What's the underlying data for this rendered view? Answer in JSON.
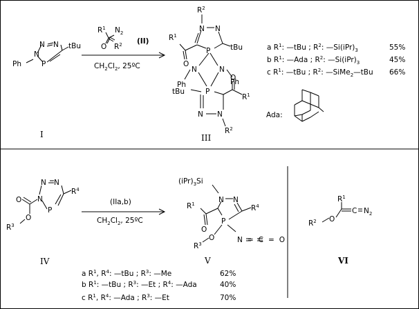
{
  "compound_I": {
    "ring_atoms": [
      "N",
      "N",
      "P"
    ],
    "n1_substituent": "Ph",
    "c5_substituent": "tBu",
    "label": "I"
  },
  "reagent_II": {
    "r1": "R",
    "r1_sup": "1",
    "n2": "N",
    "n2_sub": "2",
    "r2": "R",
    "r2_sup": "2",
    "o": "O",
    "label": "(II)"
  },
  "conditions_1": {
    "solvent_pre": "CH",
    "solvent_sub1": "2",
    "solvent_mid": "Cl",
    "solvent_sub2": "2",
    "temperature": ", 25ºC"
  },
  "compound_III": {
    "top_r2": "R",
    "top_r2_sup": "2",
    "top_n": "N",
    "top_p": "P",
    "top_tbu": "tBu",
    "top_r1": "R",
    "top_r1_sup": "1",
    "top_o": "O",
    "bridge_n_left": "N",
    "bridge_n_right": "N",
    "bridge_ph_left": "Ph",
    "bridge_ph_right": "Ph",
    "bottom_p": "P",
    "bottom_tbu": "tBu",
    "bottom_n": "N",
    "bottom_o": "O",
    "bottom_r1": "R",
    "bottom_r1_sup": "1",
    "bottom_r2": "R",
    "bottom_r2_sup": "2",
    "label": "III"
  },
  "variants_III": [
    {
      "letter": "a",
      "p1": " R",
      "s1": "1",
      "p2": ": —tBu ; R",
      "s2": "2",
      "p3": ": —Si(iPr)",
      "s3": "3",
      "p4": "",
      "yield": "55%"
    },
    {
      "letter": "b",
      "p1": " R",
      "s1": "1",
      "p2": ": —Ada ; R",
      "s2": "2",
      "p3": ": —Si(iPr)",
      "s3": "3",
      "p4": "",
      "yield": "45%"
    },
    {
      "letter": "c",
      "p1": " R",
      "s1": "1",
      "p2": ": —tBu ; R",
      "s2": "2",
      "p3": ": —SiMe",
      "s3": "2",
      "p4": "—tBu",
      "yield": "66%"
    }
  ],
  "ada_label": "Ada:",
  "compound_IV": {
    "r4": "R",
    "r4_sup": "4",
    "r3": "R",
    "r3_sup": "3",
    "o_carbonyl": "O",
    "o_ester": "O",
    "n": "N",
    "p": "P",
    "label": "IV"
  },
  "reagent_IIab": "(IIa,b)",
  "conditions_2": {
    "solvent_pre": "CH",
    "solvent_sub1": "2",
    "solvent_mid": "Cl",
    "solvent_sub2": "2",
    "temperature": ", 25ºC"
  },
  "compound_V": {
    "si_group_pre": "(iPr)",
    "si_group_sub": "3",
    "si_group_post": "Si",
    "r1": "R",
    "r1_sup": "1",
    "r4": "R",
    "r4_sup": "4",
    "r3": "R",
    "r3_sup": "3",
    "n": "N",
    "p": "P",
    "o_keto": "O",
    "o_ether": "O",
    "isocyanate": "N=C=O",
    "label": "V"
  },
  "variants_V": [
    {
      "letter": "a",
      "p1": " R",
      "s1": "1",
      "p2": ", R",
      "s2": "4",
      "p3": ": —tBu ; R",
      "s3": "3",
      "p4": ": —Me",
      "yield": "62%"
    },
    {
      "letter": "b",
      "p1": " R",
      "s1": "1",
      "p2": ": —tBu ; R",
      "s2": "3",
      "p3": ": —Et ; R",
      "s3": "4",
      "p4": ": —Ada",
      "yield": "40%"
    },
    {
      "letter": "c",
      "p1": " R",
      "s1": "1",
      "p2": ", R",
      "s2": "4",
      "p3": ": —Ada ; R",
      "s3": "3",
      "p4": ": —Et",
      "yield": "70%"
    }
  ],
  "compound_VI": {
    "r1": "R",
    "r1_sup": "1",
    "r2": "R",
    "r2_sup": "2",
    "o": "O",
    "n2": "N",
    "n2_sub": "2",
    "label": "VI"
  }
}
